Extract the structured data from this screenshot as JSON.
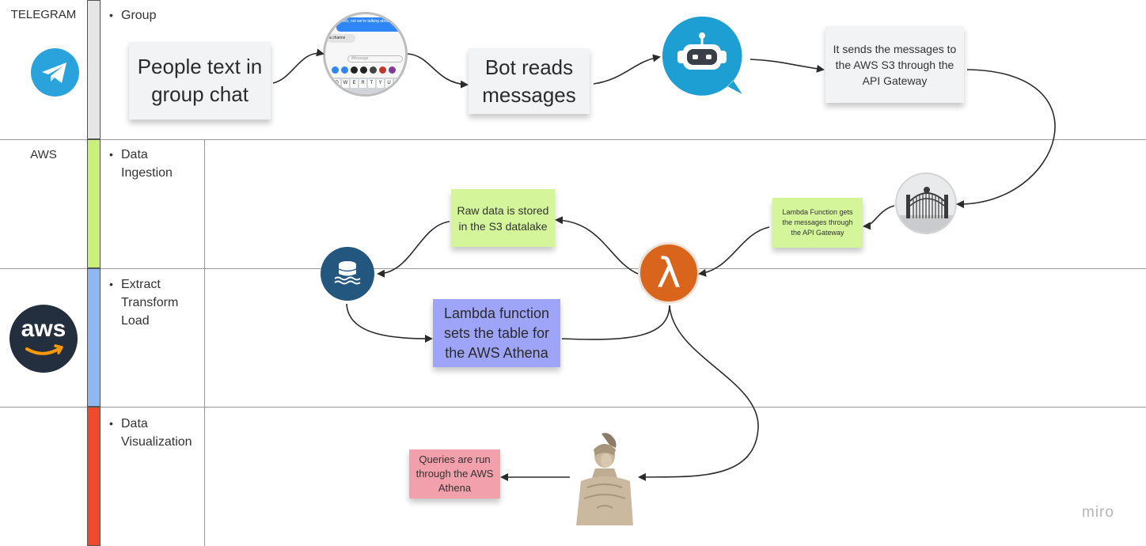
{
  "lanes": {
    "telegram": {
      "label": "TELEGRAM",
      "sub": "Group",
      "color": "#e6e6e6"
    },
    "aws": {
      "label": "AWS"
    },
    "ingestion": {
      "sub": "Data\nIngestion",
      "color": "#c8f07a"
    },
    "etl": {
      "sub": "Extract\nTransform\nLoad",
      "color": "#8fb8f3"
    },
    "viz": {
      "sub": "Data\nVisualization",
      "color": "#f0492b"
    }
  },
  "bullet": "•",
  "nodes": {
    "people_text": "People text in group chat",
    "bot_reads": "Bot reads messages",
    "sends_messages": "It sends the messages to the AWS S3 through the API Gateway",
    "lambda_gets": "Lambda Function gets the messages through the API Gateway",
    "raw_data": "Raw data is stored in the S3 datalake",
    "lambda_sets": "Lambda function sets the table for the AWS Athena",
    "queries": "Queries are run through the AWS Athena",
    "aws_logo_text": "aws",
    "lambda_symbol": "λ"
  },
  "phone": {
    "bubble_top": "oooh, not we're talking about",
    "bubble_left": "a chance",
    "input_placeholder": "iMessage",
    "keys": [
      "Q",
      "W",
      "E",
      "R",
      "T",
      "Y",
      "U",
      "I"
    ]
  },
  "watermark": "miro",
  "colors": {
    "telegram": "#2aa3dc",
    "bot": "#1e9fd3",
    "lambda": "#d9641c",
    "s3": "#23577f",
    "aws_dark": "#232f3e",
    "aws_orange": "#ff9900",
    "note_green": "#d4f59a",
    "note_gray": "#f2f3f5",
    "note_blue": "#9ea5f8",
    "note_pink": "#f2a0ab"
  }
}
